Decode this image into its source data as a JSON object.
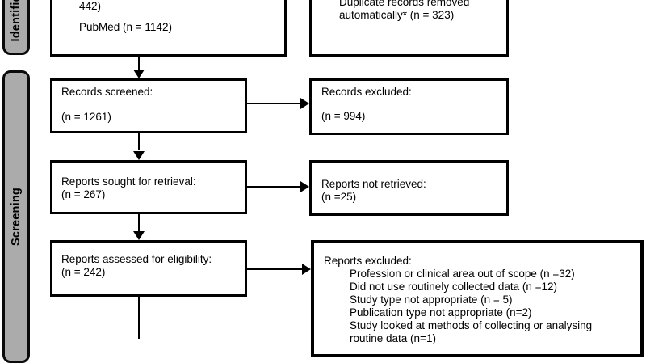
{
  "diagram_type": "PRISMA flow diagram (cropped)",
  "colors": {
    "stage_bar_fill": "#ababab",
    "line_and_border": "#000000",
    "background": "#ffffff"
  },
  "sidebar": {
    "identification_label": "Identification",
    "screening_label": "Screening"
  },
  "boxes": {
    "identified": {
      "line1": "442)",
      "line2": "PubMed (n = 1142)"
    },
    "duplicates_removed": {
      "line1": "Duplicate records removed",
      "line2": "automatically* (n = 323)"
    },
    "records_screened": {
      "title": "Records screened:",
      "count": "(n = 1261)"
    },
    "records_excluded": {
      "title": "Records excluded:",
      "count": "(n = 994)"
    },
    "reports_sought": {
      "title": "Reports sought for retrieval:",
      "count": "(n = 267)"
    },
    "reports_not_retrieved": {
      "title": "Reports not retrieved:",
      "count": "(n =25)"
    },
    "reports_assessed": {
      "title": "Reports assessed for eligibility:",
      "count": "(n = 242)"
    },
    "reports_excluded": {
      "title": "Reports excluded:",
      "reasons": [
        "Profession or clinical area out of scope (n =32)",
        "Did not use routinely collected data (n =12)",
        "Study type not appropriate (n = 5)",
        "Publication type not appropriate (n=2)",
        "Study looked at methods of collecting or analysing",
        "routine data (n=1)"
      ]
    }
  }
}
